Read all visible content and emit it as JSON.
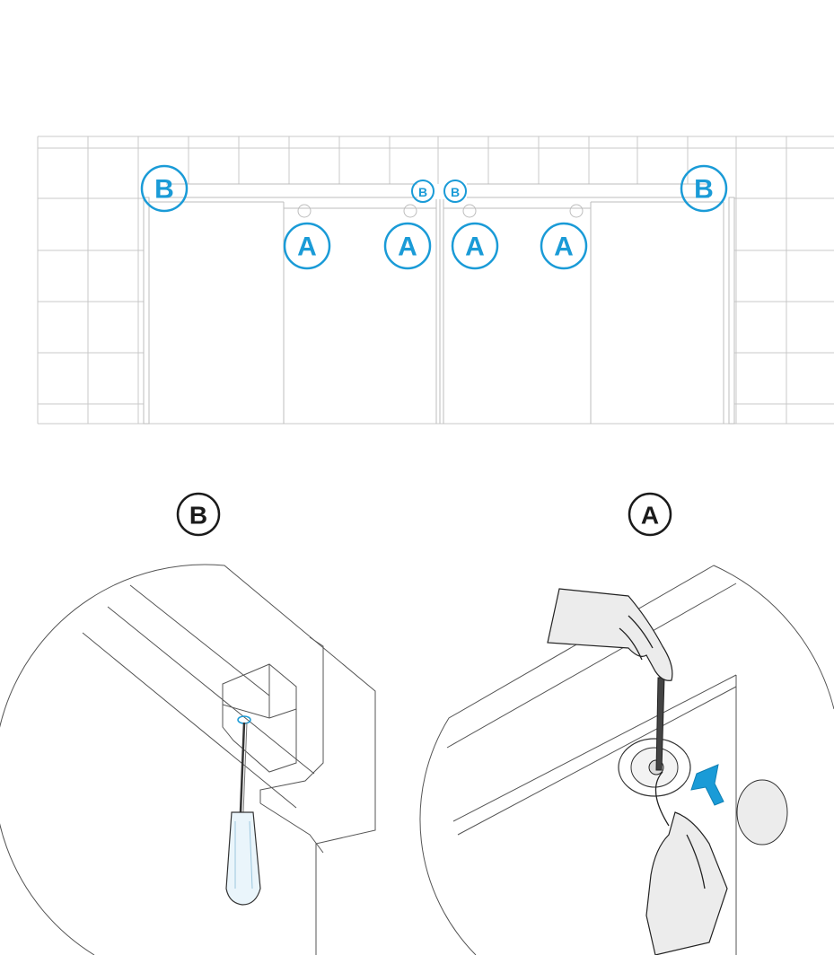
{
  "overview": {
    "labels": {
      "b_left": "B",
      "b_mid_left": "B",
      "b_mid_right": "B",
      "b_right": "B",
      "a1": "A",
      "a2": "A",
      "a3": "A",
      "a4": "A"
    }
  },
  "details": {
    "left_label": "B",
    "right_label": "A"
  },
  "colors": {
    "accent": "#1a9bd7",
    "label_dark": "#1a1a1a"
  },
  "icons": [
    "screwdriver-icon",
    "hand-icon",
    "allen-key-icon",
    "arrow-icon"
  ]
}
